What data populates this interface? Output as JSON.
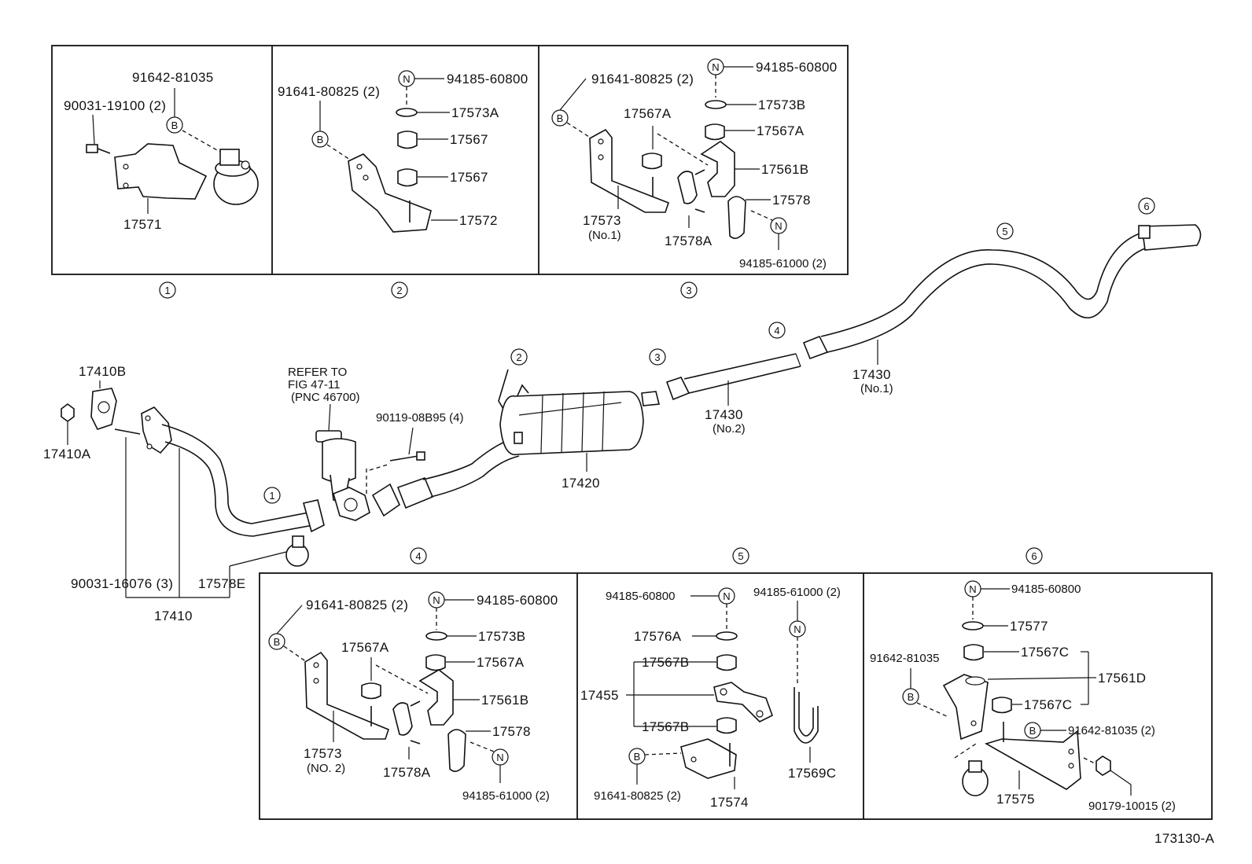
{
  "figure_id": "173130-A",
  "refer_note": [
    "REFER TO",
    "FIG 47-11",
    "(PNC 46700)"
  ],
  "main": {
    "labels": {
      "p17410B": "17410B",
      "p17410A": "17410A",
      "p17410": "17410",
      "p90031_16076": "90031-16076 (3)",
      "p17578E": "17578E",
      "p90119": "90119-08B95 (4)",
      "p17420": "17420",
      "p17430_no2": "17430",
      "p17430_no2_sub": "(No.2)",
      "p17430_no1": "17430",
      "p17430_no1_sub": "(No.1)"
    },
    "callouts": [
      "1",
      "2",
      "3",
      "4",
      "5",
      "6"
    ]
  },
  "panel1": {
    "number": "1",
    "labels": [
      "91642-81035",
      "90031-19100 (2)",
      "17571"
    ],
    "circle_letters": [
      "B"
    ]
  },
  "panel2": {
    "number": "2",
    "labels": [
      "91641-80825 (2)",
      "94185-60800",
      "17573A",
      "17567",
      "17567",
      "17572"
    ],
    "circle_letters": [
      "N",
      "B"
    ]
  },
  "panel3": {
    "number": "3",
    "labels": [
      "91641-80825 (2)",
      "94185-60800",
      "17573B",
      "17567A",
      "17567A",
      "17561B",
      "17578",
      "17573",
      "(No.1)",
      "17578A",
      "94185-61000 (2)"
    ],
    "circle_letters": [
      "N",
      "B",
      "N"
    ]
  },
  "panel4": {
    "number": "4",
    "labels": [
      "91641-80825 (2)",
      "94185-60800",
      "17573B",
      "17567A",
      "17567A",
      "17561B",
      "17578",
      "17573",
      "(NO. 2)",
      "17578A",
      "94185-61000 (2)"
    ],
    "circle_letters": [
      "N",
      "B",
      "N"
    ]
  },
  "panel5": {
    "number": "5",
    "labels": [
      "94185-60800",
      "94185-61000 (2)",
      "17576A",
      "17567B",
      "17455",
      "17567B",
      "91641-80825 (2)",
      "17574",
      "17569C"
    ],
    "circle_letters": [
      "N",
      "N",
      "B"
    ]
  },
  "panel6": {
    "number": "6",
    "labels": [
      "94185-60800",
      "17577",
      "17567C",
      "17561D",
      "91642-81035",
      "17567C",
      "91642-81035 (2)",
      "17575",
      "90179-10015 (2)"
    ],
    "circle_letters": [
      "N",
      "B",
      "B"
    ]
  }
}
